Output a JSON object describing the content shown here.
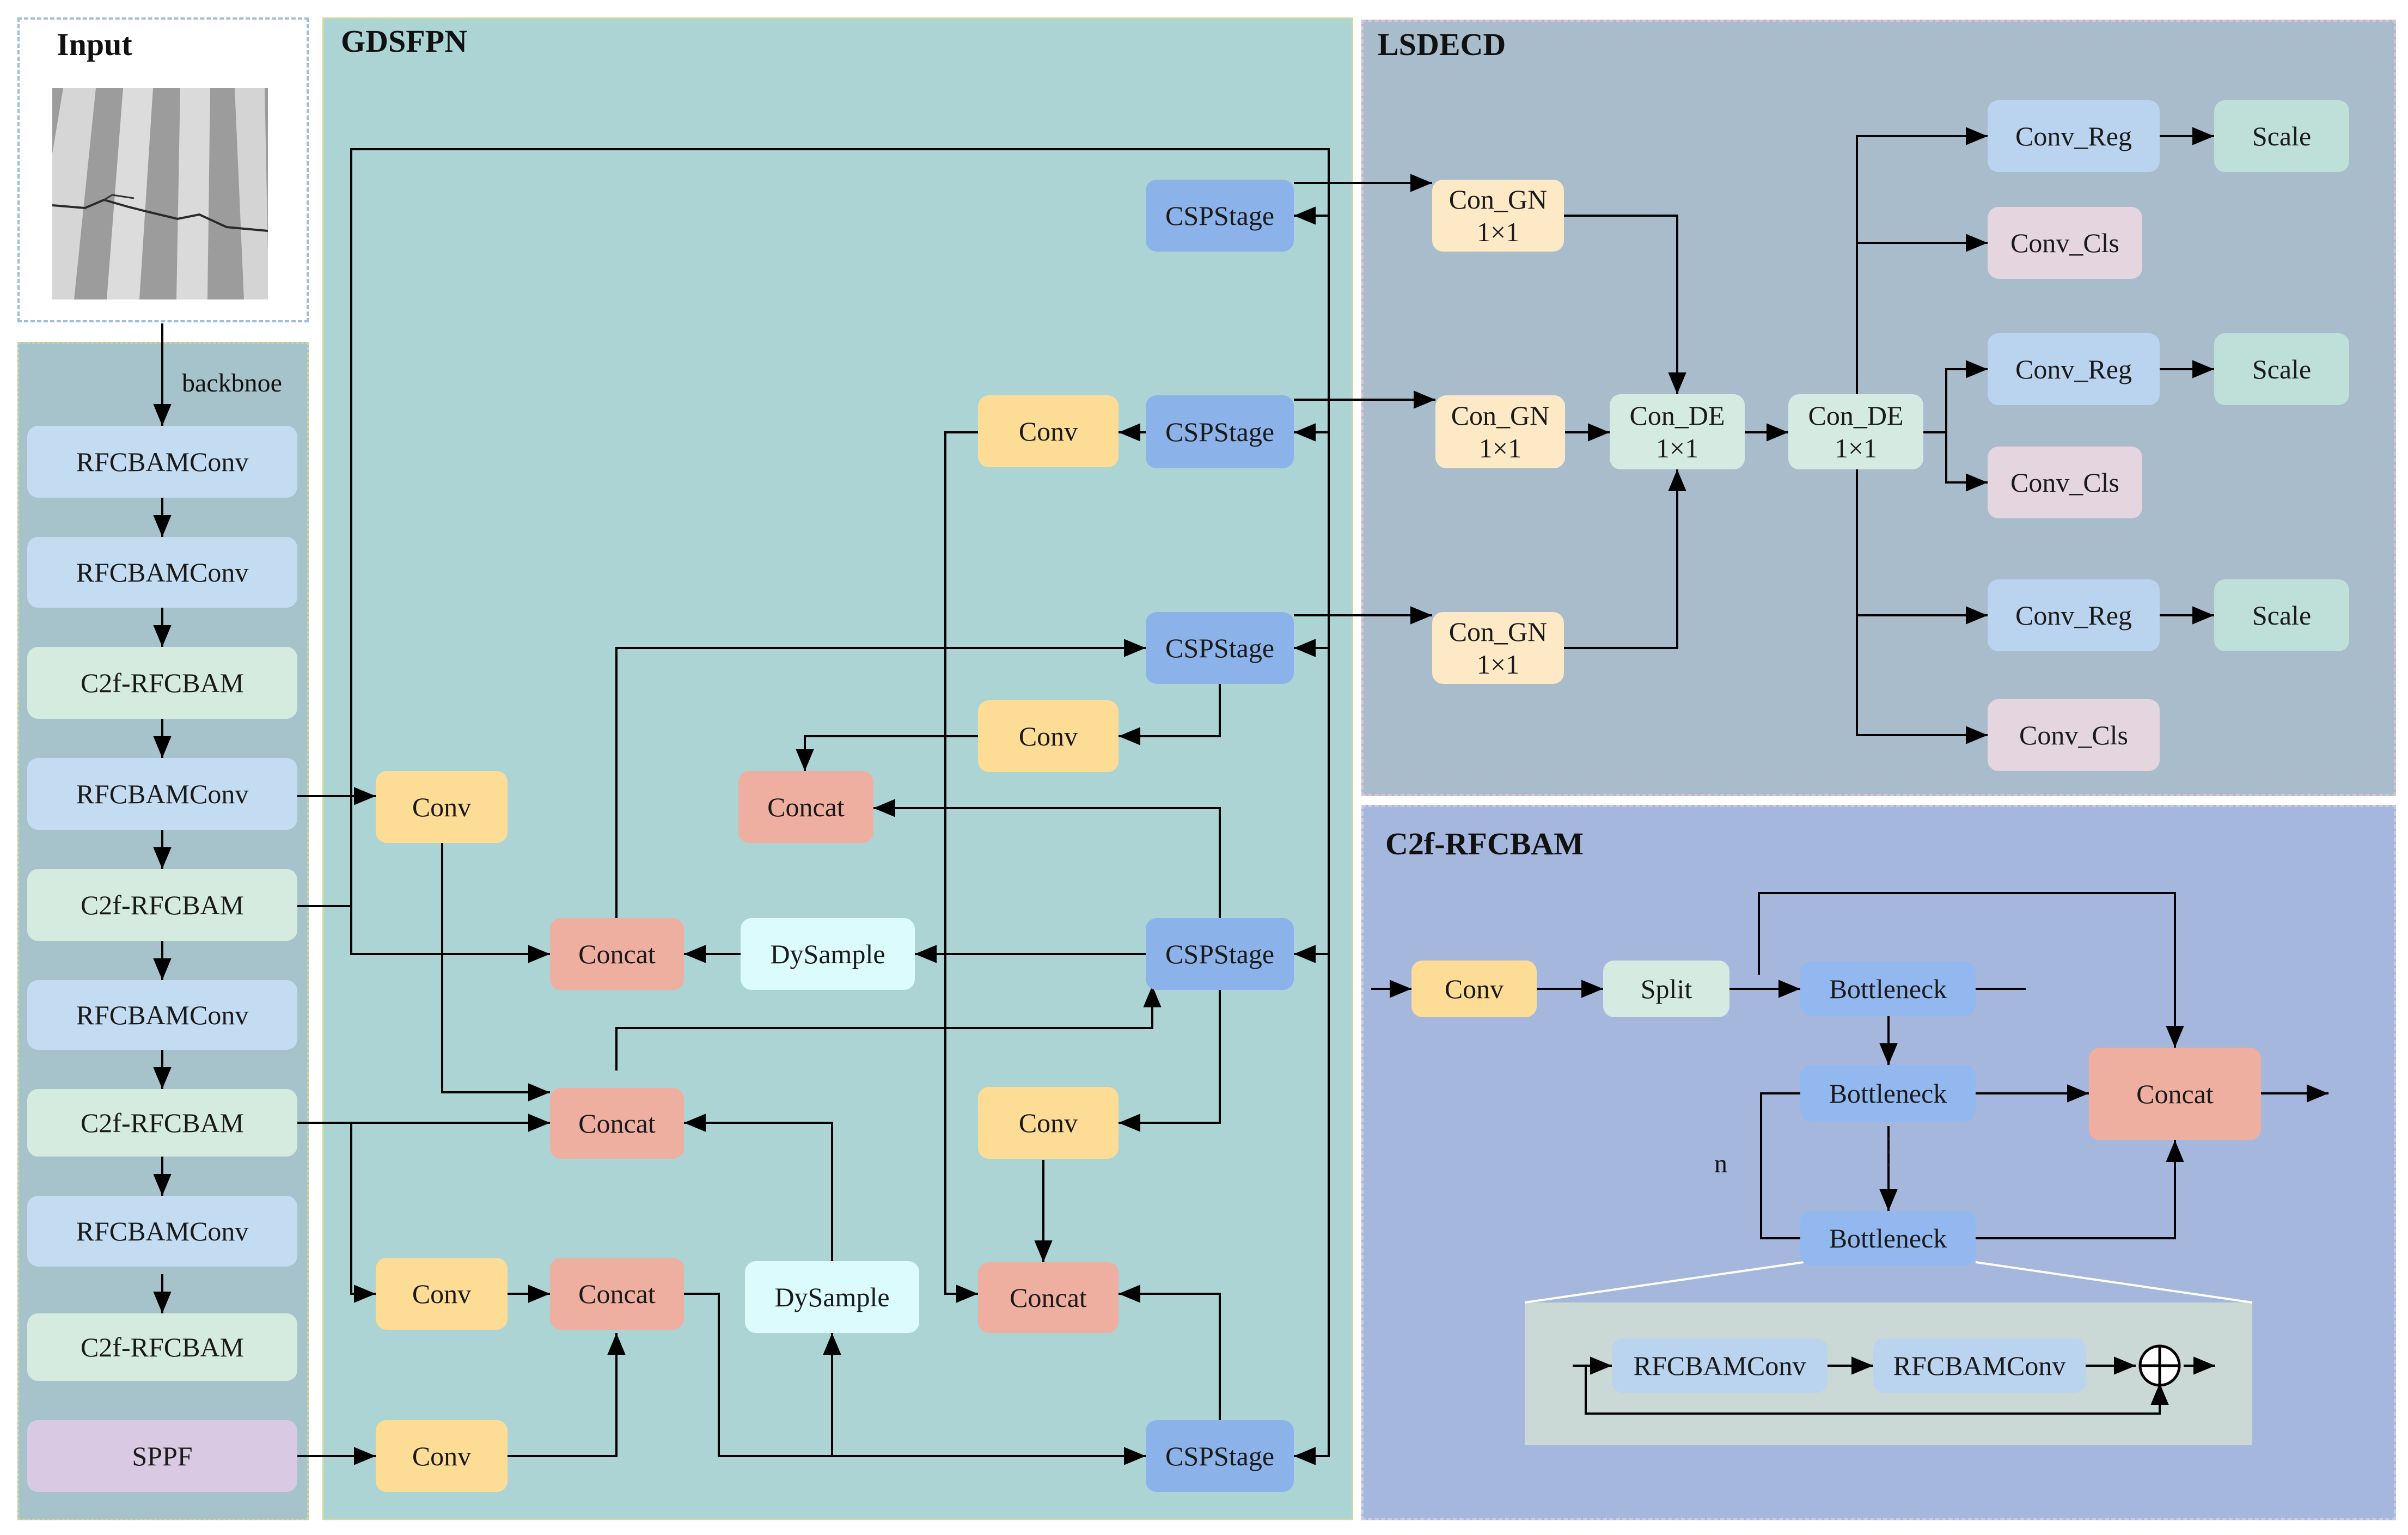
{
  "panels": {
    "input": "Input",
    "gdsfpn": "GDSFPN",
    "lsdecd": "LSDECD",
    "c2f": "C2f-RFCBAM"
  },
  "backbone": {
    "label": "backbnoe",
    "items": [
      "RFCBAMConv",
      "RFCBAMConv",
      "C2f-RFCBAM",
      "RFCBAMConv",
      "C2f-RFCBAM",
      "RFCBAMConv",
      "C2f-RFCBAM",
      "RFCBAMConv",
      "C2f-RFCBAM",
      "SPPF"
    ]
  },
  "neck": {
    "conv": "Conv",
    "concat": "Concat",
    "dysample": "DySample",
    "cspstage": "CSPStage"
  },
  "head": {
    "con_gn": "Con_GN",
    "con_de": "Con_DE",
    "kernel": "1×1",
    "conv_reg": "Conv_Reg",
    "conv_cls": "Conv_Cls",
    "scale": "Scale"
  },
  "c2f_detail": {
    "conv": "Conv",
    "split": "Split",
    "bottleneck": "Bottleneck",
    "concat": "Concat",
    "n_label": "n",
    "dots": ". . .",
    "inner_conv": "RFCBAMConv"
  },
  "colors": {
    "input_border": "#9dbce0",
    "backbone_bg": "#a6c3cb",
    "gdsfpn_bg": "#acd4d4",
    "lsdecd_bg": "#a9bccc",
    "c2f_bg": "#a5b7dc",
    "detail_bg": "#cad9d6"
  },
  "icons": [
    "road-crack-photo",
    "sum-icon"
  ]
}
